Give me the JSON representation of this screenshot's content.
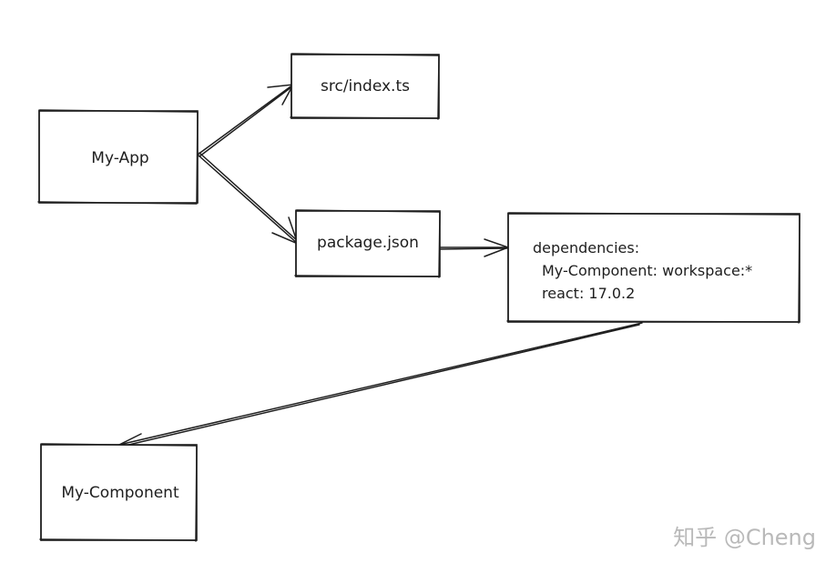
{
  "diagram": {
    "nodes": {
      "my_app": {
        "label": "My-App"
      },
      "src_index": {
        "label": "src/index.ts"
      },
      "package_json": {
        "label": "package.json"
      },
      "dependencies": {
        "lines": [
          "dependencies:",
          "My-Component: workspace:*",
          "react: 17.0.2"
        ]
      },
      "my_component": {
        "label": "My-Component"
      }
    },
    "edges": [
      {
        "from": "My-App",
        "to": "src/index.ts"
      },
      {
        "from": "My-App",
        "to": "package.json"
      },
      {
        "from": "package.json",
        "to": "dependencies"
      },
      {
        "from": "dependencies",
        "to": "My-Component"
      }
    ]
  },
  "watermark": {
    "text": "知乎 @Cheng"
  },
  "colors": {
    "stroke": "#1e1e1e",
    "background": "#ffffff",
    "watermark": "#b9b9b9"
  }
}
